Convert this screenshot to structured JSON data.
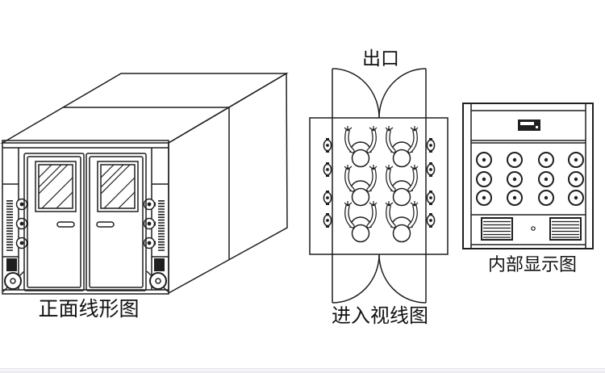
{
  "colors": {
    "line": "#1f1f1f",
    "background": "#ffffff"
  },
  "figures": {
    "front_view": {
      "label": "正面线形图"
    },
    "entry_view": {
      "label": "进入视线图",
      "exit_label": "出口",
      "persons": 6,
      "nozzles_per_side": 4
    },
    "internal_view": {
      "label": "内部显示图",
      "nozzle_rows": 3,
      "nozzle_columns": 4
    }
  }
}
